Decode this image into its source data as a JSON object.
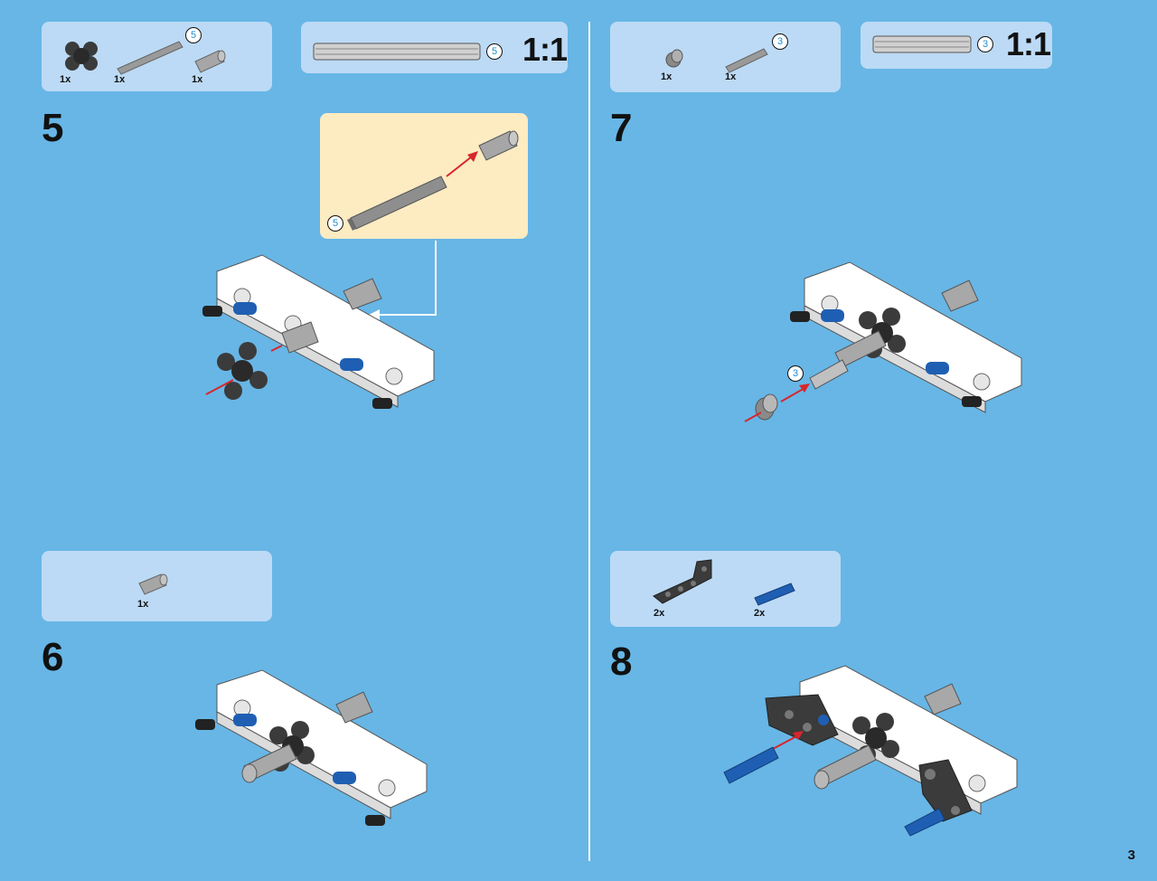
{
  "page_number": "3",
  "ratio_label": "1:1",
  "steps": [
    {
      "number": "5",
      "parts": [
        {
          "qty": "1x"
        },
        {
          "qty": "1x",
          "length": "5"
        },
        {
          "qty": "1x"
        }
      ],
      "axle_length": "5",
      "callout_length": "5"
    },
    {
      "number": "6",
      "parts": [
        {
          "qty": "1x"
        }
      ]
    },
    {
      "number": "7",
      "parts": [
        {
          "qty": "1x"
        },
        {
          "qty": "1x",
          "length": "3"
        }
      ],
      "axle_length": "3",
      "assembly_length": "3"
    },
    {
      "number": "8",
      "parts": [
        {
          "qty": "2x"
        },
        {
          "qty": "2x"
        }
      ]
    }
  ],
  "colors": {
    "background": "#67b6e6",
    "panel": "#bcdaf5",
    "callout": "#fdebc2",
    "arrow": "#d8262c",
    "pin_blue": "#1f5fb3",
    "beam_white": "#ffffff",
    "dark_gray": "#3b3b3b",
    "axle_gray": "#9a9a9a"
  }
}
